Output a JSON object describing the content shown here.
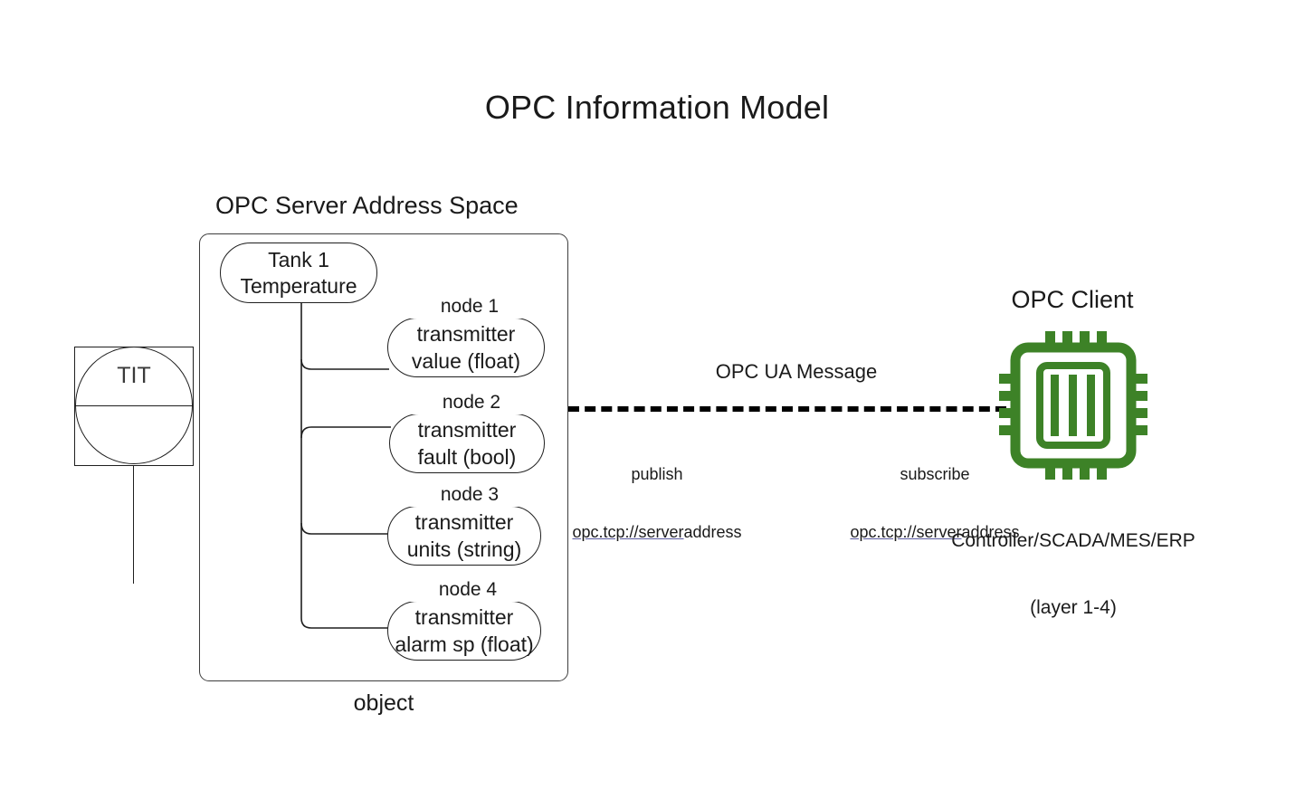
{
  "title": "OPC Information Model",
  "colors": {
    "chip_green": "#3d8227",
    "stroke": "#1f1f1f",
    "box_stroke": "#3d3d3d",
    "link_underline": "#5a5aa0",
    "background": "#ffffff"
  },
  "server": {
    "caption": "OPC Server Address Space",
    "object_caption": "object",
    "root_node": {
      "line1": "Tank 1",
      "line2": "Temperature"
    },
    "nodes": [
      {
        "caption": "node 1",
        "line1": "transmitter",
        "line2": "value (float)"
      },
      {
        "caption": "node 2",
        "line1": "transmitter",
        "line2": "fault (bool)"
      },
      {
        "caption": "node 3",
        "line1": "transmitter",
        "line2": "units (string)"
      },
      {
        "caption": "node 4",
        "line1": "transmitter",
        "line2": "alarm sp (float)"
      }
    ]
  },
  "instrument": {
    "tag": "TIT",
    "icon": "instrument-bubble-icon"
  },
  "link": {
    "label": "OPC UA Message",
    "style": "dashed",
    "publish": {
      "action": "publish",
      "endpoint_underlined": "opc.tcp://server",
      "endpoint_plain": "address"
    },
    "subscribe": {
      "action": "subscribe",
      "endpoint_underlined": "opc.tcp://server",
      "endpoint_plain": "address"
    }
  },
  "client": {
    "caption": "OPC Client",
    "icon": "cpu-chip-icon",
    "subtitle_line1": "Controller/SCADA/MES/ERP",
    "subtitle_line2": "(layer 1-4)"
  }
}
